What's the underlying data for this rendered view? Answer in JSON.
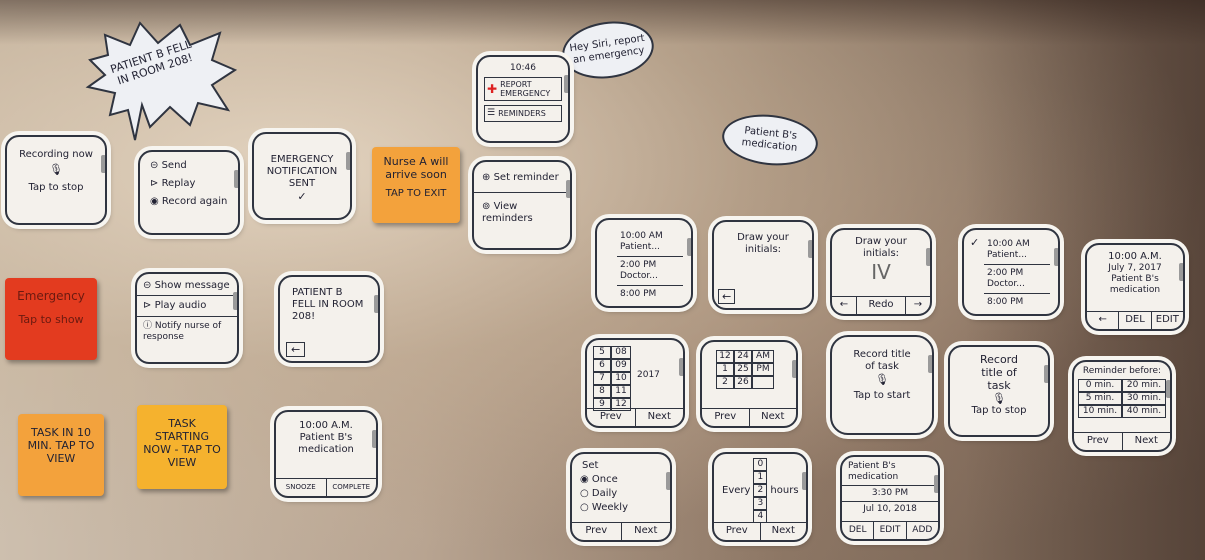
{
  "colors": {
    "paper": "#f4f1ec",
    "ink": "#2f3440",
    "orange_note": "#f3a23c",
    "red_note": "#e33b1f",
    "yellow_note": "#f5b22e"
  },
  "bubbles": {
    "patient_fell": "PATIENT B FELL IN ROOM 208!",
    "hey_siri": "Hey Siri, report an emergency",
    "medication": "Patient B's medication"
  },
  "recording": {
    "line1": "Recording now",
    "icon": "microphone-icon",
    "action": "Tap to stop"
  },
  "send_menu": {
    "items": [
      "Send",
      "Replay",
      "Record again"
    ]
  },
  "emergency_sent": {
    "text": "EMERGENCY NOTIFICATION SENT",
    "check": "✓"
  },
  "nurse_note": {
    "text": "Nurse A will arrive soon",
    "action": "TAP TO EXIT"
  },
  "emergency_note": {
    "text": "Emergency",
    "action": "Tap to show"
  },
  "show_menu": {
    "items": [
      "Show message",
      "Play audio",
      "Notify nurse of response"
    ]
  },
  "fell_card": {
    "text": "PATIENT B FELL IN ROOM 208!",
    "back": "←"
  },
  "task10": {
    "text": "TASK IN 10 MIN. TAP TO VIEW"
  },
  "task_now": {
    "text": "TASK STARTING NOW - TAP TO VIEW"
  },
  "med_task": {
    "time": "10:00 A.M.",
    "title": "Patient B's medication",
    "buttons": [
      "SNOOZE",
      "COMPLETE"
    ]
  },
  "home": {
    "time": "10:46",
    "items": [
      "REPORT EMERGENCY",
      "REMINDERS"
    ]
  },
  "reminder_menu": {
    "items": [
      "Set reminder",
      "View reminders"
    ]
  },
  "schedule1": {
    "rows": [
      "10:00 AM Patient...",
      "2:00 PM Doctor...",
      "8:00 PM"
    ]
  },
  "draw_initials": {
    "prompt": "Draw your initials:",
    "back": "←"
  },
  "draw_initials2": {
    "prompt": "Draw your initials:",
    "initials": "IV",
    "buttons": [
      "←",
      "Redo",
      "→"
    ]
  },
  "schedule2": {
    "check": "✓",
    "rows": [
      "10:00 AM Patient...",
      "2:00 PM Doctor...",
      "8:00 PM"
    ]
  },
  "detail": {
    "time": "10:00 A.M.",
    "date": "July 7, 2017",
    "title": "Patient B's medication",
    "buttons": [
      "←",
      "DEL",
      "EDIT"
    ]
  },
  "date_picker": {
    "months": [
      "5",
      "6",
      "7",
      "8",
      "9"
    ],
    "days": [
      "08",
      "09",
      "10",
      "11",
      "12"
    ],
    "year": "2017",
    "buttons": [
      "Prev",
      "Next"
    ]
  },
  "time_picker": {
    "hours": [
      "12",
      "1",
      "2"
    ],
    "mins": [
      "24",
      "25",
      "26"
    ],
    "ampm": [
      "AM",
      "PM"
    ],
    "buttons": [
      "Prev",
      "Next"
    ]
  },
  "record_title_start": {
    "line": "Record title of task",
    "action": "Tap to start"
  },
  "record_title_stop": {
    "line": "Record title of task",
    "action": "Tap to stop"
  },
  "reminder_before": {
    "title": "Reminder before:",
    "options": [
      "0 min.",
      "20 min.",
      "5 min.",
      "30 min.",
      "10 min.",
      "40 min."
    ],
    "buttons": [
      "Prev",
      "Next"
    ]
  },
  "set_freq": {
    "title": "Set",
    "options": [
      "Once",
      "Daily",
      "Weekly"
    ],
    "buttons": [
      "Prev",
      "Next"
    ]
  },
  "every_hours": {
    "prefix": "Every",
    "values": [
      "0",
      "1",
      "2",
      "3",
      "4"
    ],
    "suffix": "hours",
    "buttons": [
      "Prev",
      "Next"
    ]
  },
  "summary": {
    "title": "Patient B's medication",
    "time": "3:30 PM",
    "date": "Jul 10, 2018",
    "buttons": [
      "DEL",
      "EDIT",
      "ADD"
    ]
  }
}
